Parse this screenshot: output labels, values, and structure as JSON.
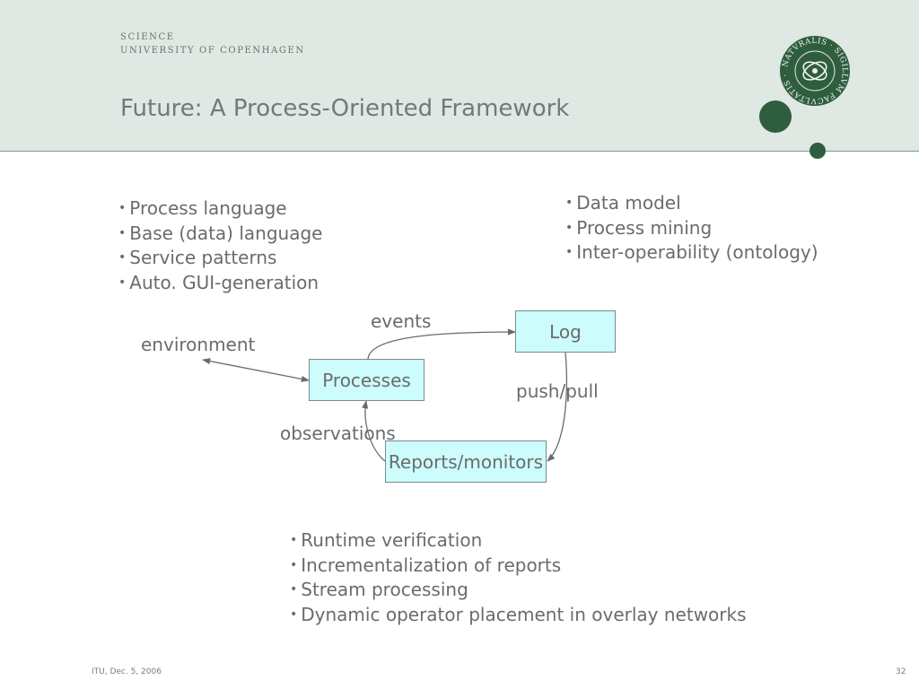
{
  "header": {
    "institution_line1": "SCIENCE",
    "institution_line2": "UNIVERSITY OF COPENHAGEN",
    "title": "Future: A Process-Oriented Framework",
    "seal_text": "NATVRALIS · SIGILLVM FACVLTATIS ·"
  },
  "lists": {
    "top_left": [
      "Process language",
      "Base (data) language",
      "Service patterns",
      "Auto. GUI-generation"
    ],
    "top_right": [
      "Data model",
      "Process mining",
      "Inter-operability (ontology)"
    ],
    "bottom": [
      "Runtime verification",
      "Incrementalization of reports",
      "Stream processing",
      "Dynamic operator placement in overlay networks"
    ]
  },
  "diagram": {
    "nodes": {
      "log": "Log",
      "processes": "Processes",
      "reports": "Reports/monitors"
    },
    "edges": {
      "events": "events",
      "environment": "environment",
      "push_pull": "push/pull",
      "observations": "observations"
    }
  },
  "colors": {
    "header_bg": "#dfe8e2",
    "node_fill": "#ccfcfc",
    "seal_green": "#2f5e3f",
    "text": "#6b6b6b"
  },
  "footer": {
    "left": "ITU, Dec. 5, 2006",
    "page_number": "32"
  }
}
